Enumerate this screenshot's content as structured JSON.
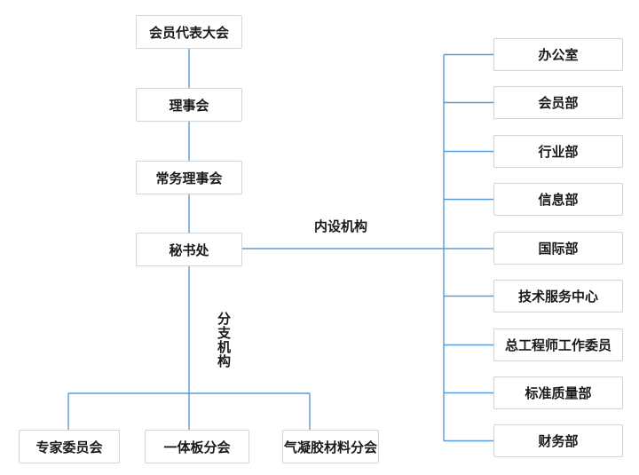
{
  "org": {
    "colors": {
      "line": "#5b9bd5",
      "box_border": "#d4d4d4",
      "text": "#1a1a1a",
      "background": "#ffffff"
    },
    "main_chain": [
      "会员代表大会",
      "理事会",
      "常务理事会",
      "秘书处"
    ],
    "internal": {
      "label": "内设机构",
      "departments": [
        "办公室",
        "会员部",
        "行业部",
        "信息部",
        "国际部",
        "技术服务中心",
        "总工程师工作委员",
        "标准质量部",
        "财务部"
      ]
    },
    "branch": {
      "label": "分支机构",
      "units": [
        "专家委员会",
        "一体板分会",
        "气凝胶材料分会"
      ]
    }
  }
}
